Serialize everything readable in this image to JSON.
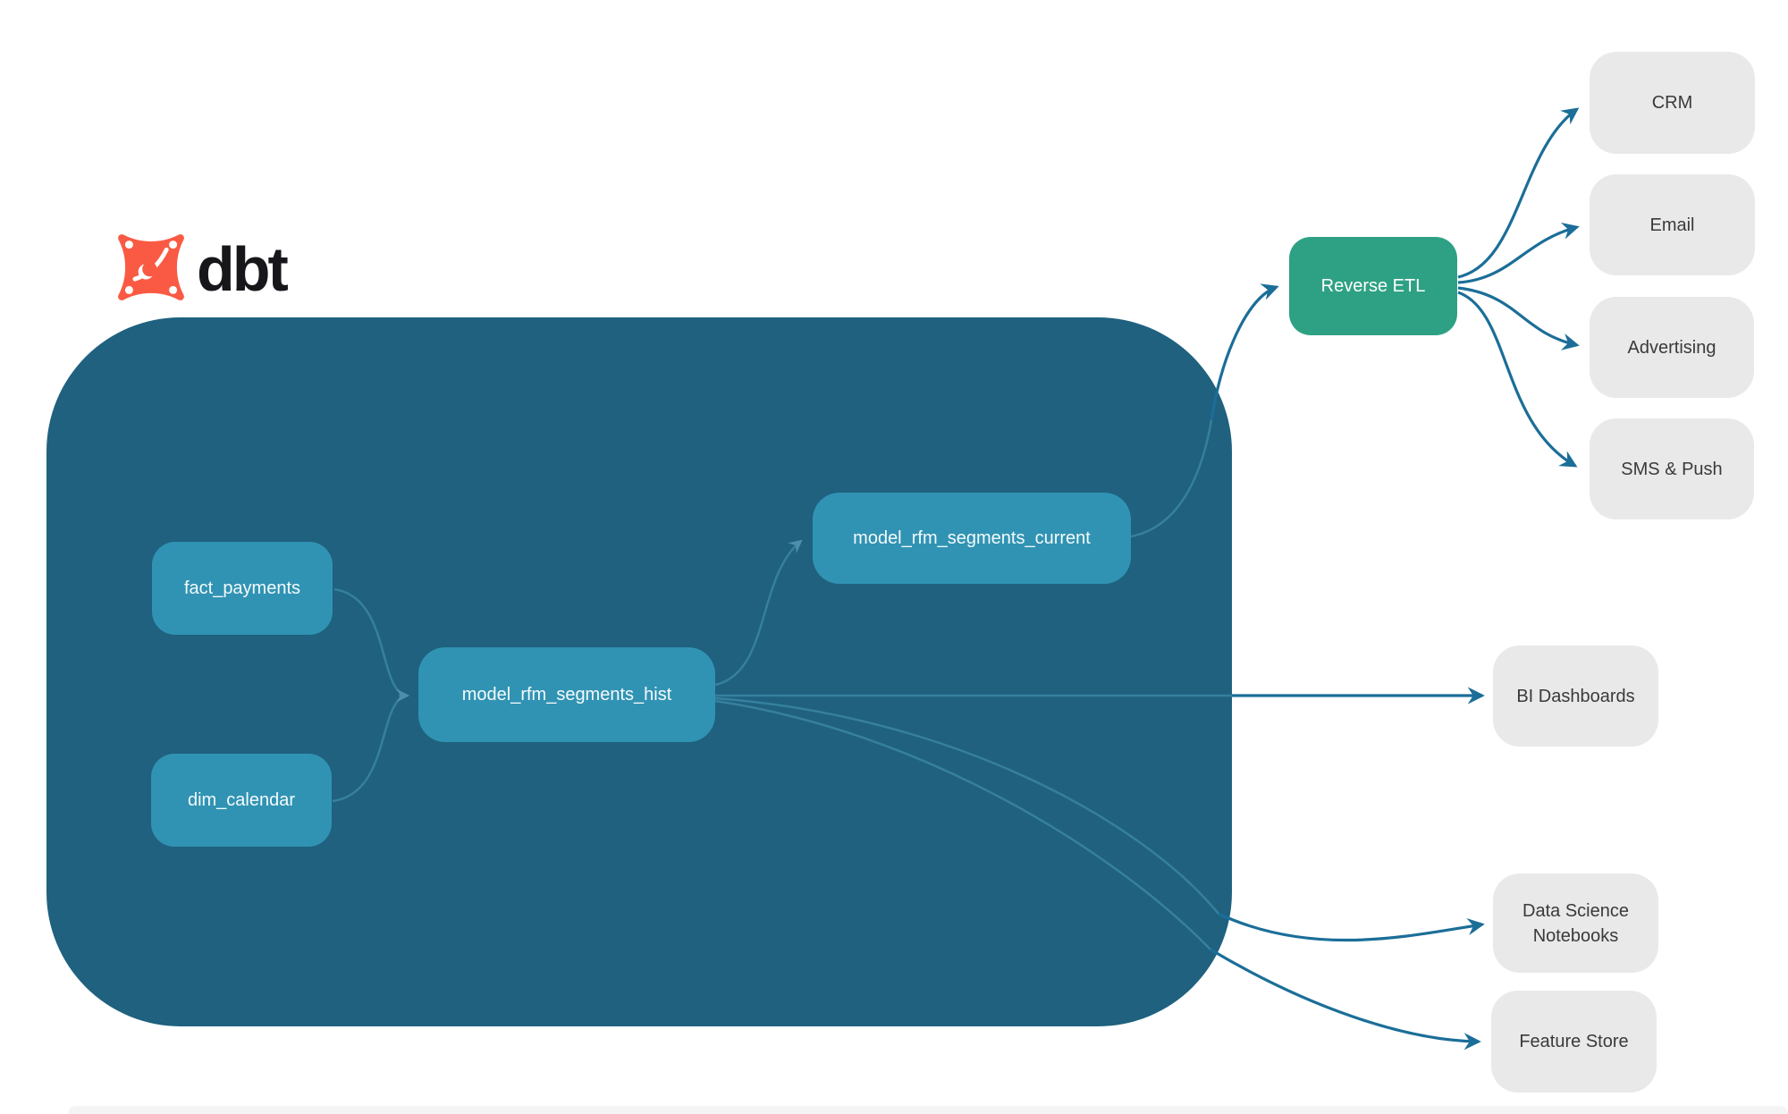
{
  "logo": {
    "wordmark": "dbt",
    "icon": "dbt-star-icon"
  },
  "colors": {
    "background": "#ffffff",
    "container_bg": "#1F617F",
    "model_node_bg": "#3193B3",
    "reverse_etl_bg": "#2EA184",
    "destination_bg": "#E9E9E9",
    "edge_dark": "#1B6E98",
    "edge_light": "#36809E",
    "logo_orange": "#FA5A43",
    "node_text_light": "#f4fbfd",
    "node_text_dark": "#3a3a3a"
  },
  "diagram": {
    "models": [
      {
        "id": "fact_payments",
        "label": "fact_payments"
      },
      {
        "id": "dim_calendar",
        "label": "dim_calendar"
      },
      {
        "id": "model_rfm_segments_hist",
        "label": "model_rfm_segments_hist"
      },
      {
        "id": "model_rfm_segments_current",
        "label": "model_rfm_segments_current"
      }
    ],
    "reverse_etl": {
      "label": "Reverse ETL"
    },
    "destinations": [
      {
        "label": "CRM"
      },
      {
        "label": "Email"
      },
      {
        "label": "Advertising"
      },
      {
        "label": "SMS & Push"
      }
    ],
    "consumers": [
      {
        "label": "BI Dashboards"
      },
      {
        "label": "Data Science Notebooks"
      },
      {
        "label": "Feature Store"
      }
    ],
    "edges": [
      {
        "from": "fact_payments",
        "to": "model_rfm_segments_hist"
      },
      {
        "from": "dim_calendar",
        "to": "model_rfm_segments_hist"
      },
      {
        "from": "model_rfm_segments_hist",
        "to": "model_rfm_segments_current"
      },
      {
        "from": "model_rfm_segments_current",
        "to": "Reverse ETL"
      },
      {
        "from": "Reverse ETL",
        "to": "CRM"
      },
      {
        "from": "Reverse ETL",
        "to": "Email"
      },
      {
        "from": "Reverse ETL",
        "to": "Advertising"
      },
      {
        "from": "Reverse ETL",
        "to": "SMS & Push"
      },
      {
        "from": "model_rfm_segments_hist",
        "to": "BI Dashboards"
      },
      {
        "from": "model_rfm_segments_hist",
        "to": "Data Science Notebooks"
      },
      {
        "from": "model_rfm_segments_hist",
        "to": "Feature Store"
      }
    ]
  }
}
